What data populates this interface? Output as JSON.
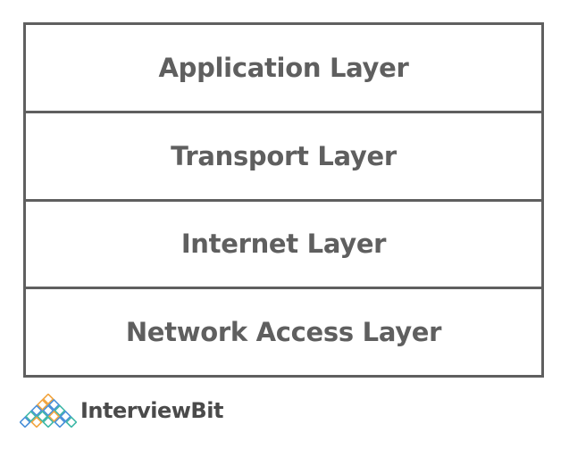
{
  "diagram": {
    "layers": [
      {
        "label": "Application Layer"
      },
      {
        "label": "Transport Layer"
      },
      {
        "label": "Internet Layer"
      },
      {
        "label": "Network Access Layer"
      }
    ]
  },
  "brand": {
    "name": "InterviewBit",
    "colors": {
      "text": "#5f5f5f",
      "border": "#5f5f5f",
      "logo_blue": "#4a90d9",
      "logo_teal": "#3fb8a8",
      "logo_orange": "#f2a541"
    }
  }
}
